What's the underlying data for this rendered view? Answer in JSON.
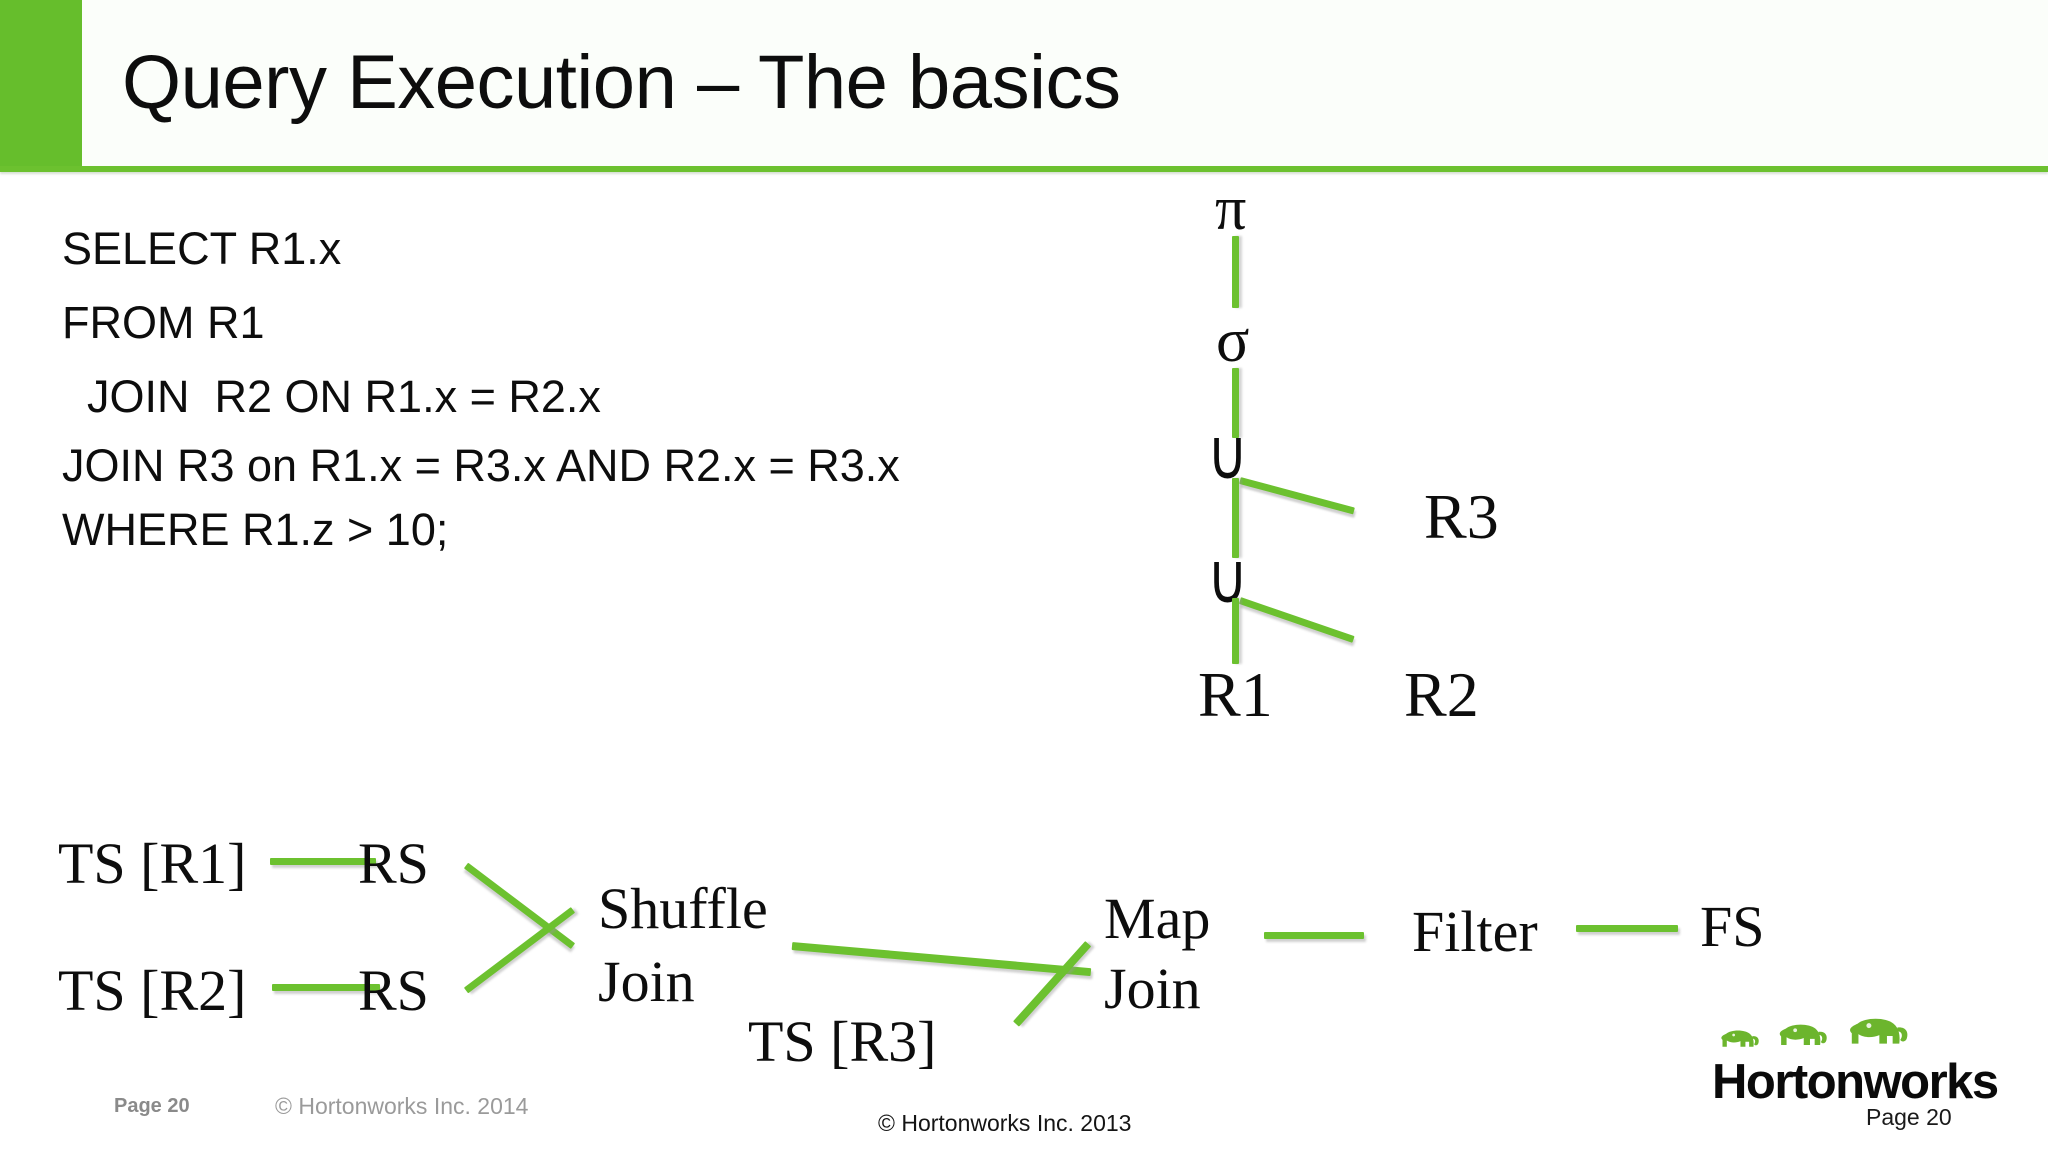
{
  "slide": {
    "title": "Query Execution – The basics",
    "accent_green": "#66be2c",
    "line_green": "#6cc12f"
  },
  "sql": {
    "lines": [
      "SELECT R1.x",
      "FROM R1",
      "  JOIN  R2 ON R1.x = R2.x",
      "JOIN R3 on R1.x = R3.x AND R2.x = R3.x",
      "WHERE R1.z > 10;"
    ]
  },
  "operator_tree": {
    "project_symbol": "π",
    "select_symbol": "σ",
    "join_symbol_top": "∪",
    "join_symbol_bottom": "∪",
    "relation_r3": "R3",
    "relation_r1": "R1",
    "relation_r2": "R2"
  },
  "physical_plan": {
    "ts_r1": "TS [R1]",
    "rs_1": "RS",
    "ts_r2": "TS [R2]",
    "rs_2": "RS",
    "shuffle_join_line1": "Shuffle",
    "shuffle_join_line2": "Join",
    "ts_r3": "TS [R3]",
    "map_join_line1": "Map",
    "map_join_line2": "Join",
    "filter": "Filter",
    "fs": "FS"
  },
  "footer": {
    "page_label": "Page 20",
    "copyright_left": "© Hortonworks Inc. 2014",
    "copyright_center": "© Hortonworks Inc. 2013",
    "logo_wordmark": "Hortonworks",
    "logo_page_label": "Page 20"
  }
}
